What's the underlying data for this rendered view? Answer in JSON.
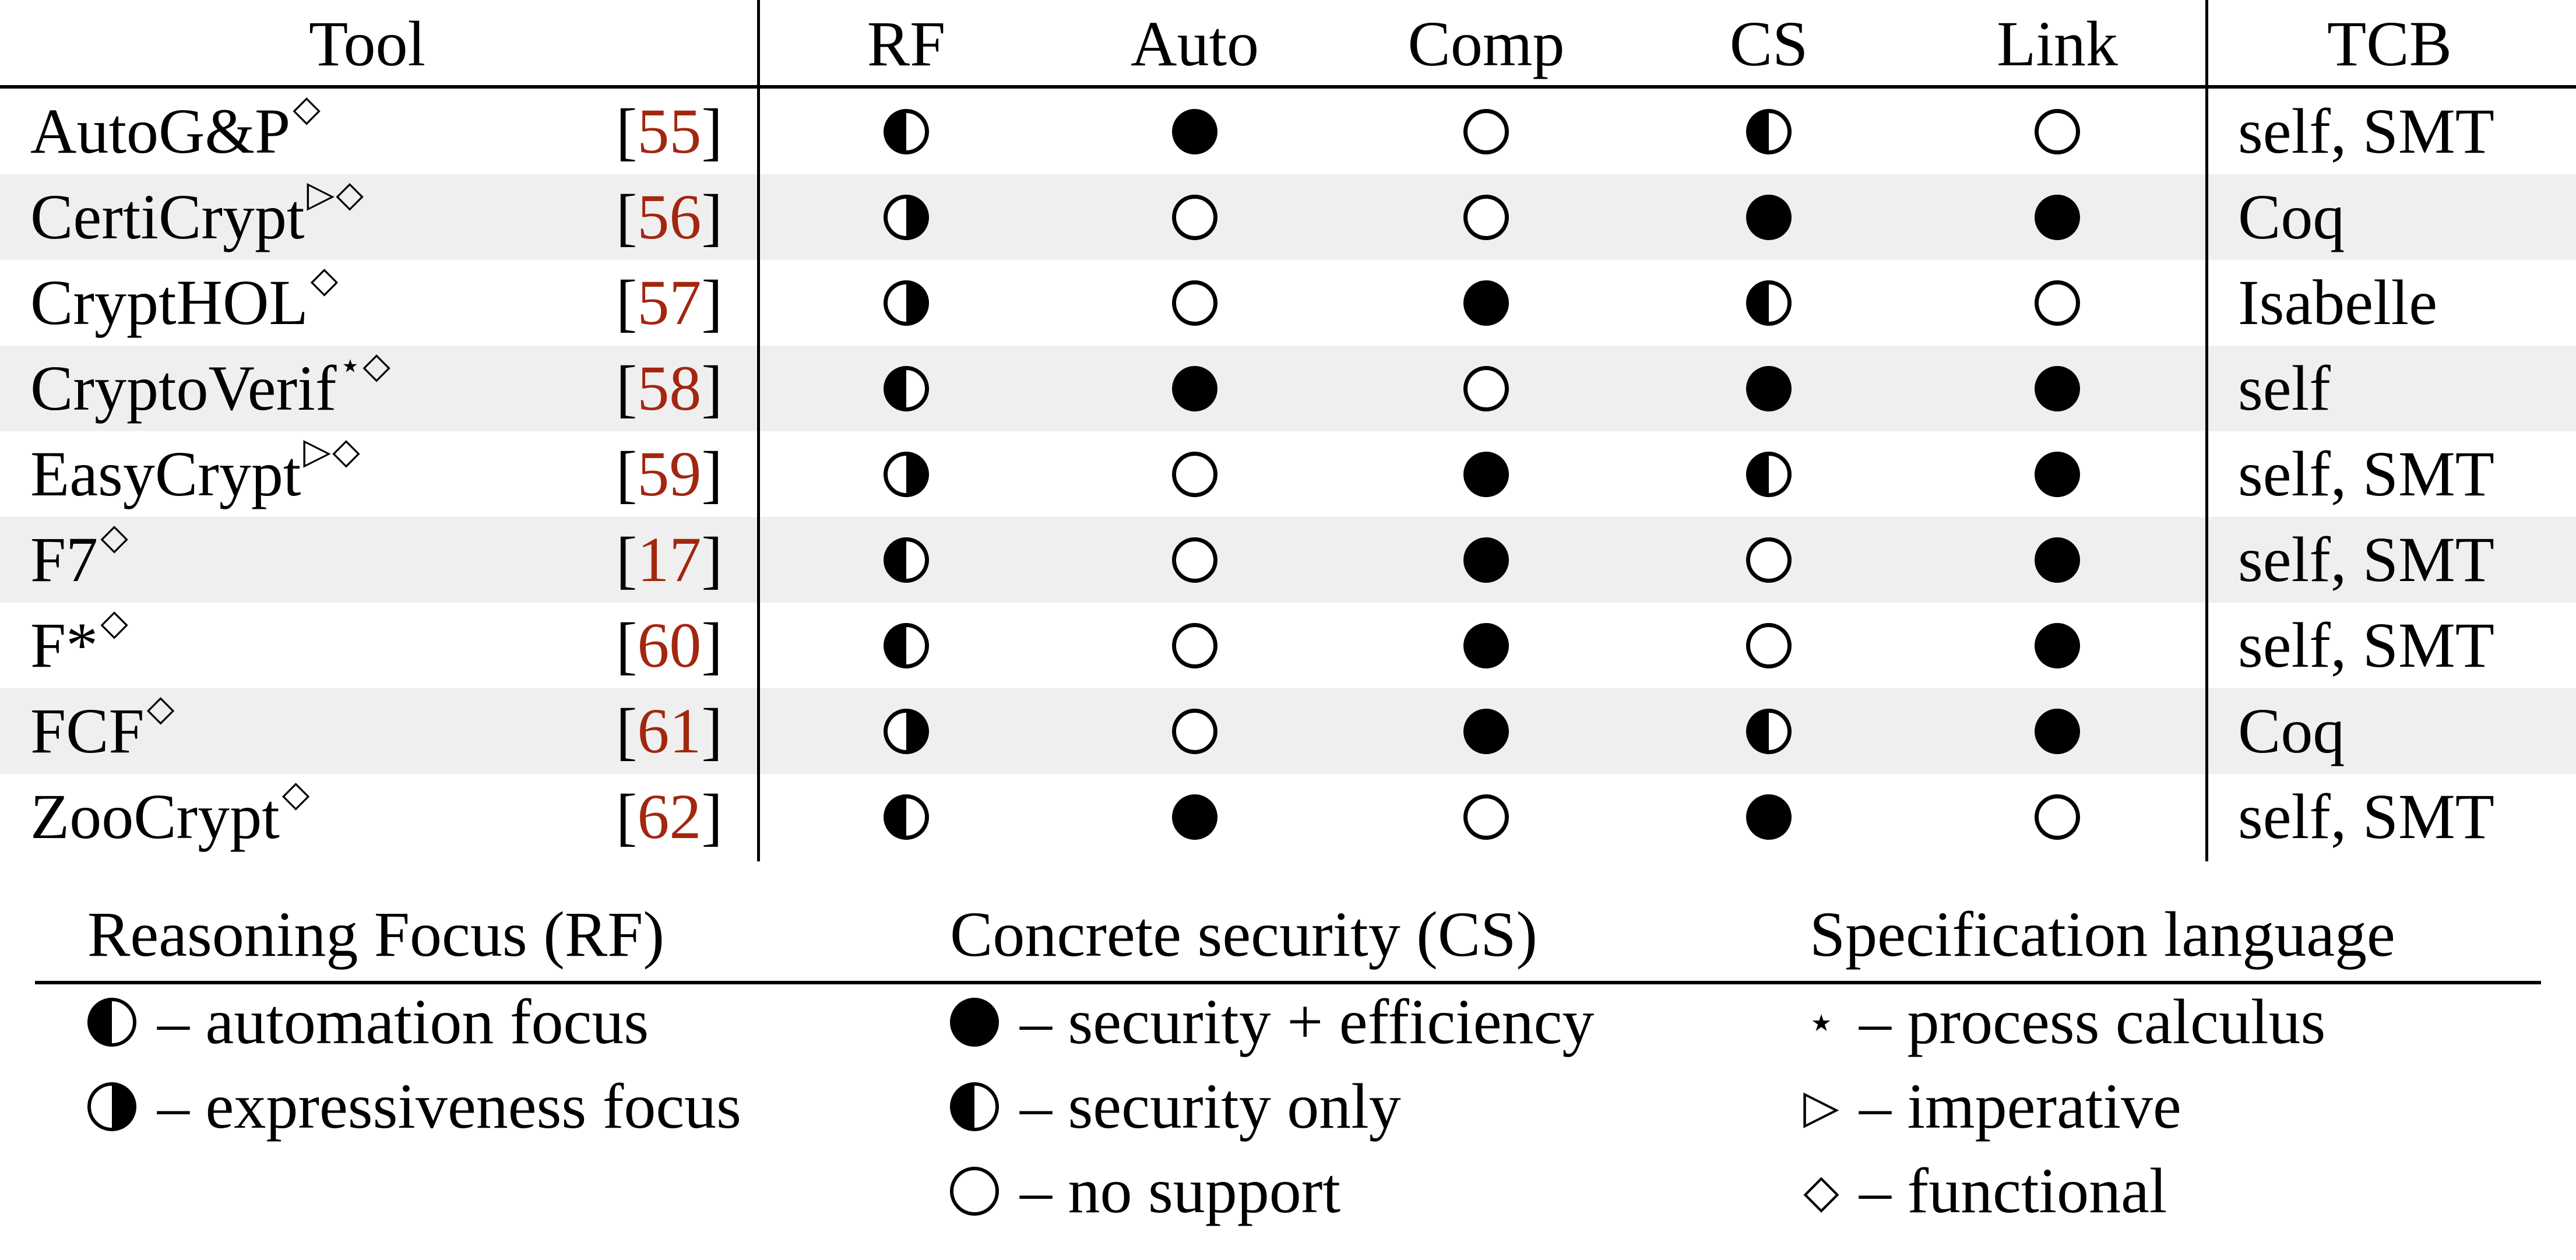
{
  "table": {
    "headers": {
      "tool": "Tool",
      "rf": "RF",
      "auto": "Auto",
      "comp": "Comp",
      "cs": "CS",
      "link": "Link",
      "tcb": "TCB"
    },
    "rows": [
      {
        "tool": "AutoG&P",
        "marks": "◇",
        "ref": "55",
        "rf": "automation",
        "auto": "full",
        "comp": "none",
        "cs": "half",
        "link": "none",
        "tcb": "self, SMT"
      },
      {
        "tool": "CertiCrypt",
        "marks": "▷◇",
        "ref": "56",
        "rf": "expressiveness",
        "auto": "none",
        "comp": "none",
        "cs": "full",
        "link": "full",
        "tcb": "Coq"
      },
      {
        "tool": "CryptHOL",
        "marks": "◇",
        "ref": "57",
        "rf": "expressiveness",
        "auto": "none",
        "comp": "full",
        "cs": "half",
        "link": "none",
        "tcb": "Isabelle"
      },
      {
        "tool": "CryptoVerif",
        "marks": "⋆◇",
        "ref": "58",
        "rf": "automation",
        "auto": "full",
        "comp": "none",
        "cs": "full",
        "link": "full",
        "tcb": "self"
      },
      {
        "tool": "EasyCrypt",
        "marks": "▷◇",
        "ref": "59",
        "rf": "expressiveness",
        "auto": "none",
        "comp": "full",
        "cs": "half",
        "link": "full",
        "tcb": "self, SMT"
      },
      {
        "tool": "F7",
        "marks": "◇",
        "ref": "17",
        "rf": "automation",
        "auto": "none",
        "comp": "full",
        "cs": "none",
        "link": "full",
        "tcb": "self, SMT"
      },
      {
        "tool": "F*",
        "marks": "◇",
        "ref": "60",
        "rf": "automation",
        "auto": "none",
        "comp": "full",
        "cs": "none",
        "link": "full",
        "tcb": "self, SMT"
      },
      {
        "tool": "FCF",
        "marks": "◇",
        "ref": "61",
        "rf": "expressiveness",
        "auto": "none",
        "comp": "full",
        "cs": "half",
        "link": "full",
        "tcb": "Coq"
      },
      {
        "tool": "ZooCrypt",
        "marks": "◇",
        "ref": "62",
        "rf": "automation",
        "auto": "full",
        "comp": "none",
        "cs": "full",
        "link": "none",
        "tcb": "self, SMT"
      }
    ]
  },
  "legend": {
    "rf": {
      "title": "Reasoning Focus (RF)",
      "items": [
        {
          "icon": "half-left-circle",
          "text": "– automation focus"
        },
        {
          "icon": "half-right-circle",
          "text": "– expressiveness focus"
        }
      ]
    },
    "cs": {
      "title": "Concrete security (CS)",
      "items": [
        {
          "icon": "filled-circle",
          "text": "– security + efficiency"
        },
        {
          "icon": "half-left-circle",
          "text": "– security only"
        },
        {
          "icon": "empty-circle",
          "text": "– no support"
        }
      ]
    },
    "spec": {
      "title": "Specification language",
      "items": [
        {
          "symbol": "⋆",
          "text": "– process calculus"
        },
        {
          "symbol": "▷",
          "text": "– imperative"
        },
        {
          "symbol": "◇",
          "text": "– functional"
        }
      ]
    }
  }
}
